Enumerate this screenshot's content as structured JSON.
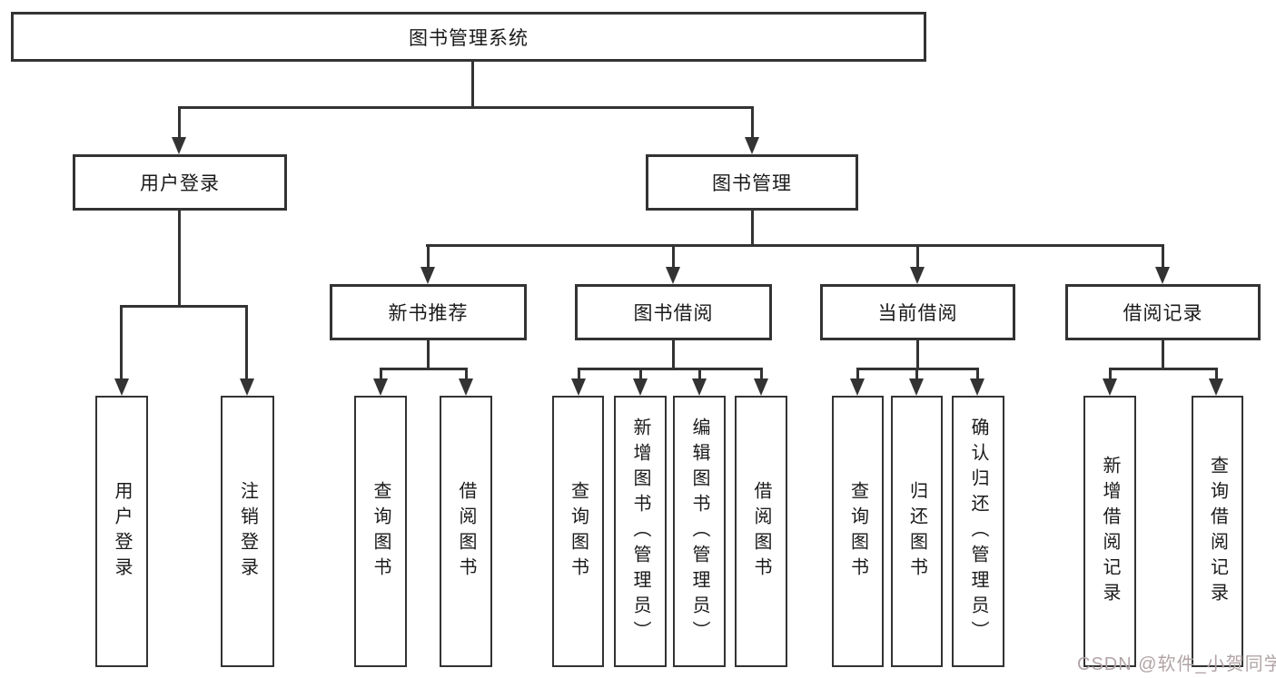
{
  "nodes": {
    "root": {
      "label": "图书管理系统"
    },
    "user_login": {
      "label": "用户登录"
    },
    "book_mgmt": {
      "label": "图书管理"
    },
    "new_book_rec": {
      "label": "新书推荐"
    },
    "book_borrow": {
      "label": "图书借阅"
    },
    "current_borrow": {
      "label": "当前借阅"
    },
    "borrow_record": {
      "label": "借阅记录"
    },
    "v_user_login": {
      "label": "用户登录"
    },
    "v_logout": {
      "label": "注销登录"
    },
    "v_query_book_1": {
      "label": "查询图书"
    },
    "v_borrow_book_1": {
      "label": "借阅图书"
    },
    "v_query_book_2": {
      "label": "查询图书"
    },
    "v_add_book": {
      "label": "新增图书（管理员）"
    },
    "v_edit_book": {
      "label": "编辑图书（管理员）"
    },
    "v_borrow_book_2": {
      "label": "借阅图书"
    },
    "v_query_book_3": {
      "label": "查询图书"
    },
    "v_return_book": {
      "label": "归还图书"
    },
    "v_confirm_return": {
      "label": "确认归还（管理员）"
    },
    "v_add_borrow_record": {
      "label": "新增借阅记录"
    },
    "v_query_borrow_record": {
      "label": "查询借阅记录"
    }
  },
  "hierarchy": {
    "root": "图书管理系统",
    "children": [
      {
        "label": "用户登录",
        "children": [
          "用户登录",
          "注销登录"
        ]
      },
      {
        "label": "图书管理",
        "children": [
          {
            "label": "新书推荐",
            "children": [
              "查询图书",
              "借阅图书"
            ]
          },
          {
            "label": "图书借阅",
            "children": [
              "查询图书",
              "新增图书（管理员）",
              "编辑图书（管理员）",
              "借阅图书"
            ]
          },
          {
            "label": "当前借阅",
            "children": [
              "查询图书",
              "归还图书",
              "确认归还（管理员）"
            ]
          },
          {
            "label": "借阅记录",
            "children": [
              "新增借阅记录",
              "查询借阅记录"
            ]
          }
        ]
      }
    ]
  },
  "watermark": {
    "text": "CSDN @软件_小贺同学",
    "color": "#b2a4a6"
  },
  "colors": {
    "line": "#333333",
    "box_border": "#333333",
    "box_fill": "#ffffff",
    "text": "#1a1a1a",
    "background": "#ffffff"
  }
}
